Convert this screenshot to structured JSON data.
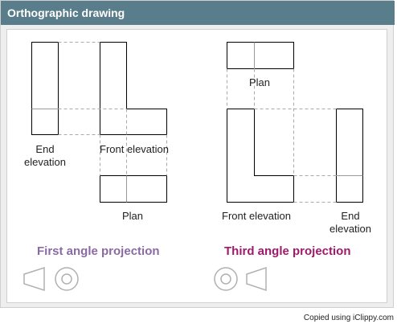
{
  "title": "Orthographic drawing",
  "first_angle": {
    "heading": "First angle projection",
    "color": "#8a6aa3",
    "labels": {
      "end_elevation_line1": "End",
      "end_elevation_line2": "elevation",
      "front_elevation": "Front elevation",
      "plan": "Plan"
    },
    "symbol_icons": [
      "truncated-cone-icon",
      "concentric-circles-icon"
    ]
  },
  "third_angle": {
    "heading": "Third angle projection",
    "color": "#a01a6a",
    "labels": {
      "plan": "Plan",
      "front_elevation": "Front elevation",
      "end_elevation_line1": "End",
      "end_elevation_line2": "elevation"
    },
    "symbol_icons": [
      "concentric-circles-icon",
      "truncated-cone-icon"
    ]
  },
  "credit": "Copied using iClippy.com"
}
